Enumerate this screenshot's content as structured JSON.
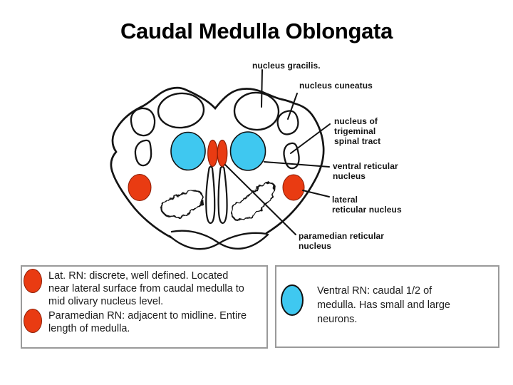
{
  "title": "Caudal Medulla Oblongata",
  "colors": {
    "red": "#e93b12",
    "cyan": "#3fc8f0",
    "outline": "#141414",
    "box_border": "#9a9a9a"
  },
  "diagram": {
    "labels": {
      "gracilis": "nucleus gracilis.",
      "cuneatus": "nucleus cuneatus",
      "trigeminal": "nucleus of\ntrigeminal\nspinal tract",
      "ventral": "ventral reticular\nnucleus",
      "lateral": "lateral\nreticular nucleus",
      "paramedian": "paramedian reticular\nnucleus"
    }
  },
  "legend": {
    "left_box": {
      "items": [
        {
          "bullet": "red",
          "text": "Lat. RN: discrete, well defined. Located\nnear lateral surface from caudal medulla to\nmid olivary nucleus level."
        },
        {
          "bullet": "red",
          "text": "Paramedian RN: adjacent to midline. Entire\nlength of medulla."
        }
      ]
    },
    "right_box": {
      "items": [
        {
          "bullet": "cyan",
          "text": "Ventral RN: caudal 1/2 of\nmedulla. Has small and large\nneurons."
        }
      ]
    }
  }
}
